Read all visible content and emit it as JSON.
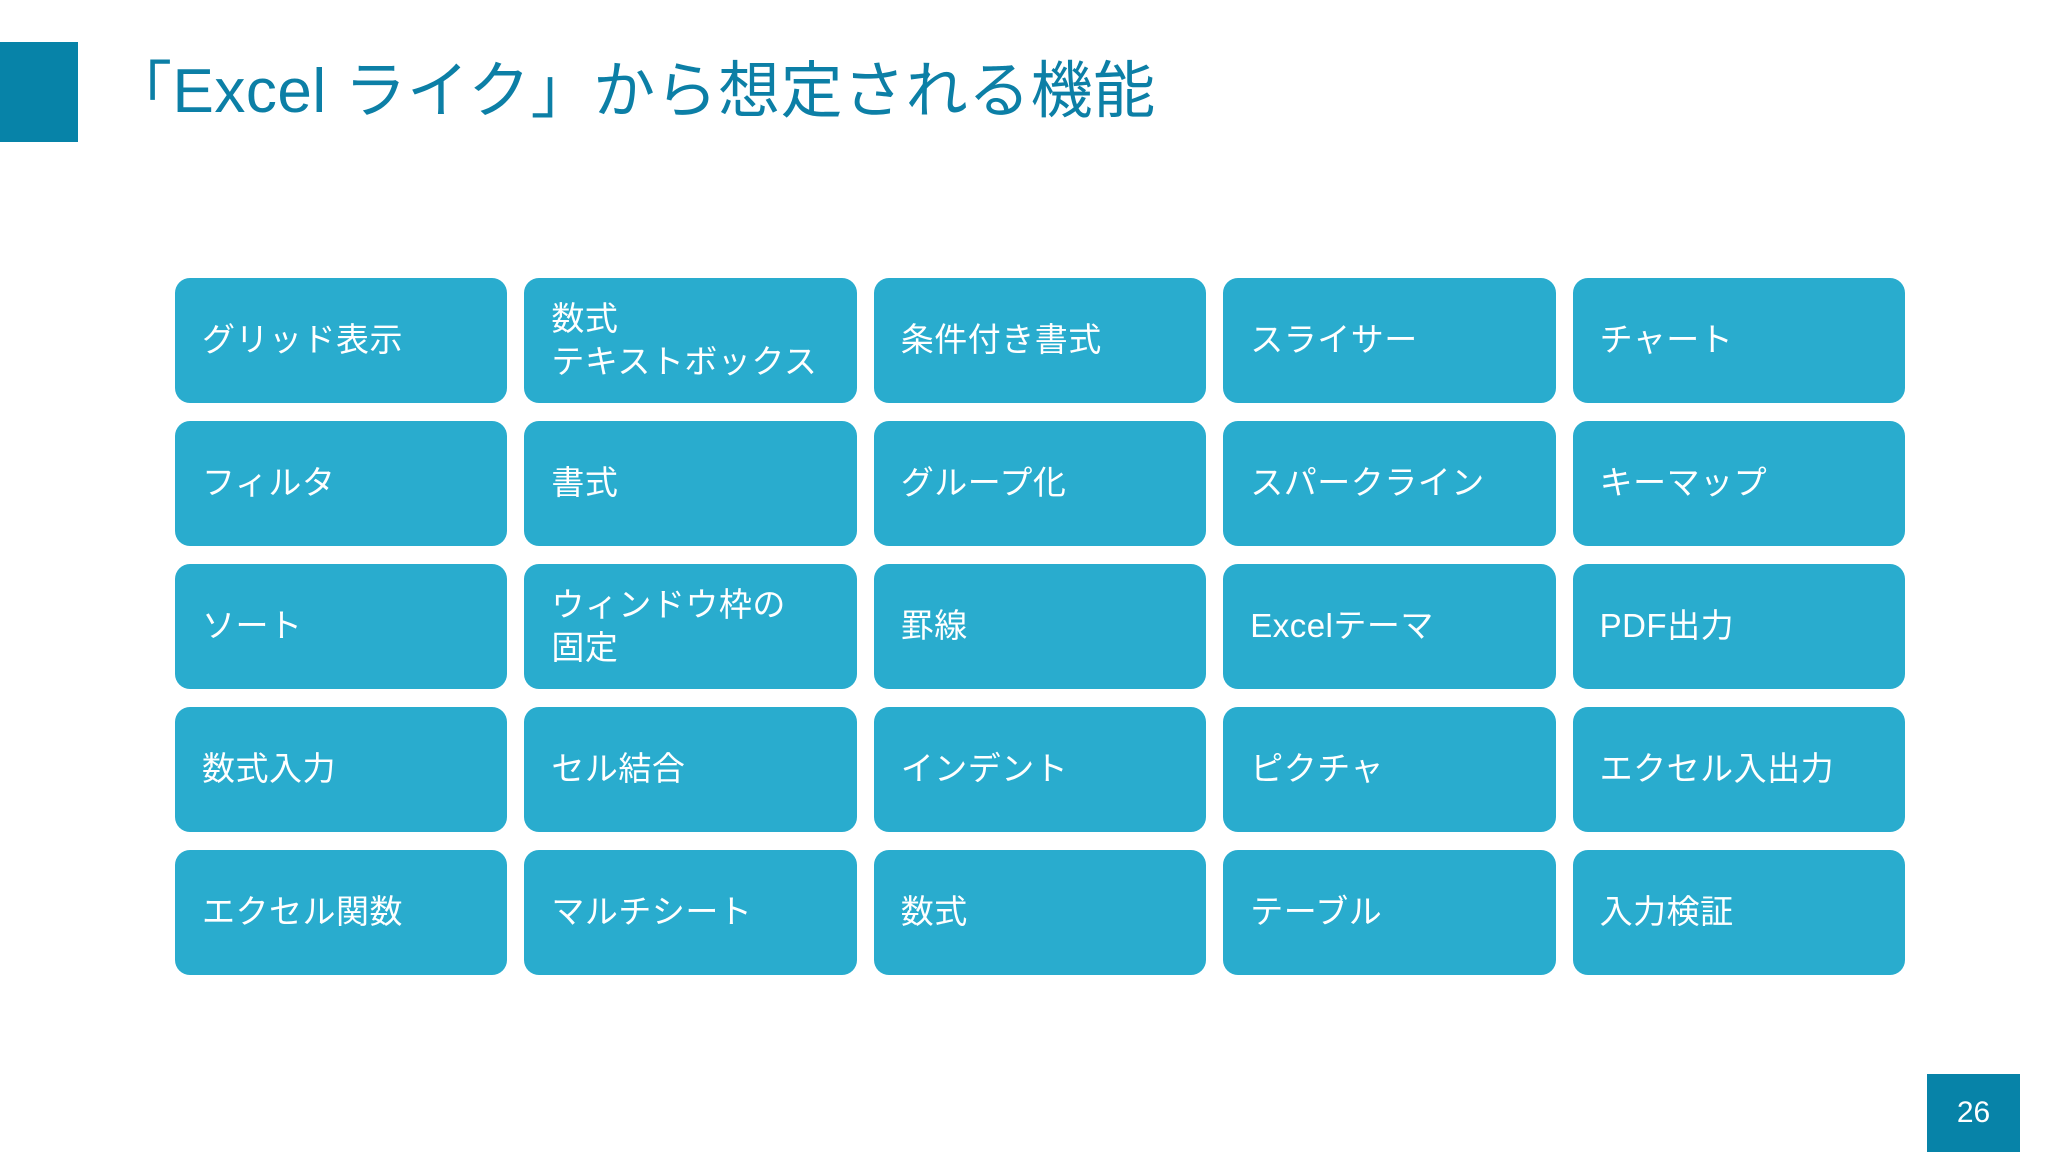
{
  "slide": {
    "title": "「Excel ライク」から想定される機能",
    "page_number": "26",
    "colors": {
      "title_text": "#0C7FA6",
      "title_accent": "#0783A8",
      "tile_fill": "#29ACCE",
      "tile_text": "#FFFFFF",
      "page_badge": "#0783A8",
      "background": "#FFFFFF"
    }
  },
  "tiles": [
    {
      "label": "グリッド表示"
    },
    {
      "label": "数式\nテキストボックス"
    },
    {
      "label": "条件付き書式"
    },
    {
      "label": "スライサー"
    },
    {
      "label": "チャート"
    },
    {
      "label": "フィルタ"
    },
    {
      "label": "書式"
    },
    {
      "label": "グループ化"
    },
    {
      "label": "スパークライン"
    },
    {
      "label": "キーマップ"
    },
    {
      "label": "ソート"
    },
    {
      "label": "ウィンドウ枠の\n固定"
    },
    {
      "label": "罫線"
    },
    {
      "label": "Excelテーマ"
    },
    {
      "label": "PDF出力"
    },
    {
      "label": "数式入力"
    },
    {
      "label": "セル結合"
    },
    {
      "label": "インデント"
    },
    {
      "label": "ピクチャ"
    },
    {
      "label": "エクセル入出力"
    },
    {
      "label": "エクセル関数"
    },
    {
      "label": "マルチシート"
    },
    {
      "label": "数式"
    },
    {
      "label": "テーブル"
    },
    {
      "label": "入力検証"
    }
  ]
}
